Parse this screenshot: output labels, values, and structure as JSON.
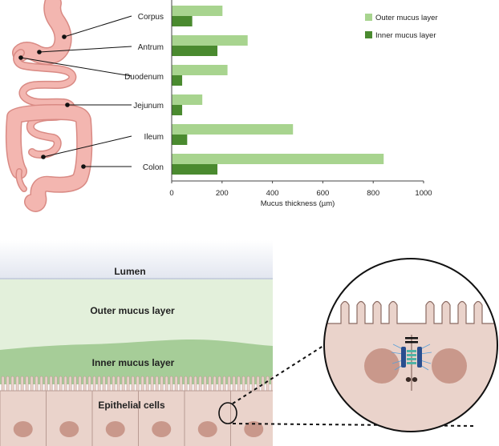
{
  "organs": [
    {
      "label": "Corpus"
    },
    {
      "label": "Antrum"
    },
    {
      "label": "Duodenum"
    },
    {
      "label": "Jejunum"
    },
    {
      "label": "Ileum"
    },
    {
      "label": "Colon"
    }
  ],
  "chart_data": {
    "type": "bar",
    "orientation": "horizontal",
    "categories": [
      "Corpus",
      "Antrum",
      "Duodenum",
      "Jejunum",
      "Ileum",
      "Colon"
    ],
    "series": [
      {
        "name": "Outer mucus layer",
        "color": "#a8d48f",
        "values": [
          200,
          300,
          220,
          120,
          480,
          840
        ]
      },
      {
        "name": "Inner mucus layer",
        "color": "#4a8a2f",
        "values": [
          80,
          180,
          40,
          40,
          60,
          180
        ]
      }
    ],
    "xlabel": "Mucus thickness (µm)",
    "xlim": [
      0,
      1000
    ],
    "xticks": [
      "0",
      "200",
      "400",
      "600",
      "800",
      "1000"
    ],
    "legend_position": "top-right",
    "grid": false
  },
  "tissue": {
    "lumen": "Lumen",
    "outer": "Outer mucus layer",
    "inner": "Inner mucus layer",
    "epithelial": "Epithelial cells"
  },
  "colors": {
    "intestine": "#f3b6b0",
    "intestine_stroke": "#d98a84",
    "lumen": "#e1e5ef",
    "outer_mucus": "#e3f0db",
    "inner_mucus": "#a6cd98",
    "cell": "#ead3cb",
    "nucleus": "#c9988b"
  }
}
